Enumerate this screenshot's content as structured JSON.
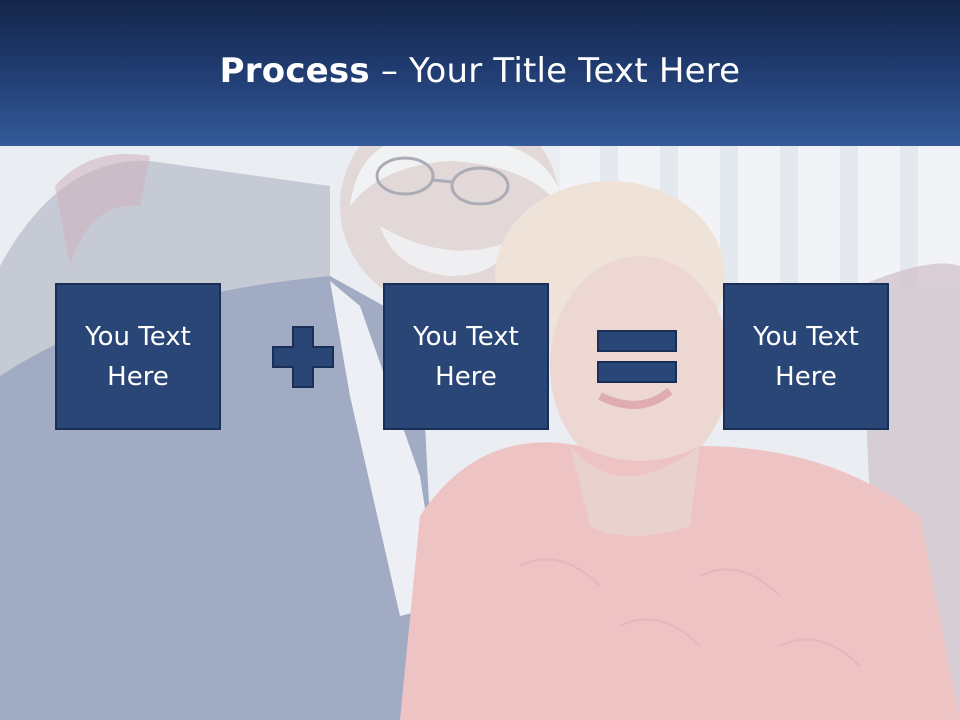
{
  "title": {
    "bold": "Process",
    "separator": " – ",
    "rest": "Your Title Text Here"
  },
  "process": {
    "boxes": [
      {
        "text": "You Text Here"
      },
      {
        "text": "You Text Here"
      },
      {
        "text": "You Text Here"
      }
    ],
    "operators": [
      {
        "icon": "plus-icon"
      },
      {
        "icon": "equals-icon"
      }
    ]
  },
  "background": {
    "description_icon": "couple-photo",
    "accent_colors": {
      "header_dark": "#14264a",
      "header_light": "#345a9a",
      "box_fill": "#2a4677",
      "box_border": "#1a2f55"
    }
  }
}
